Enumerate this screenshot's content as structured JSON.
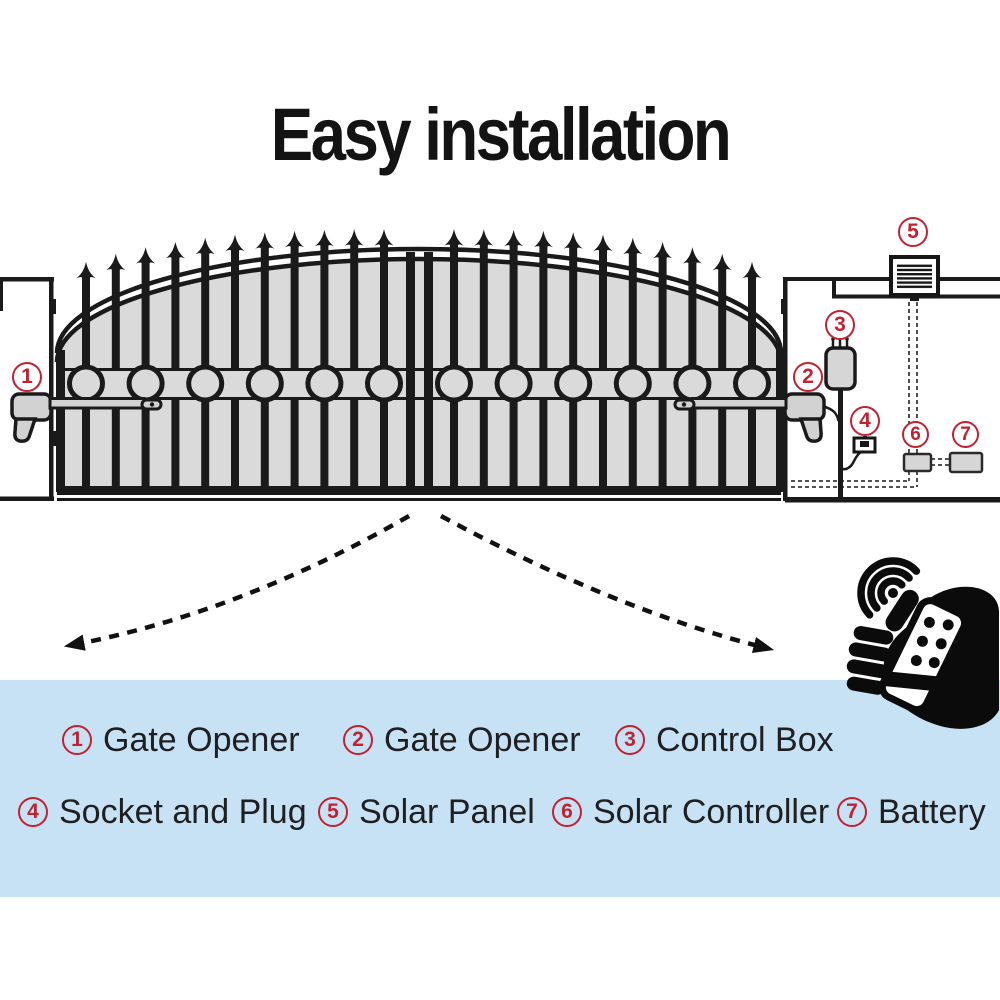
{
  "title": "Easy installation",
  "callouts": [
    {
      "num": "1",
      "label": "Gate Opener"
    },
    {
      "num": "2",
      "label": "Gate Opener"
    },
    {
      "num": "3",
      "label": "Control Box"
    },
    {
      "num": "4",
      "label": "Socket and Plug"
    },
    {
      "num": "5",
      "label": "Solar Panel"
    },
    {
      "num": "6",
      "label": "Solar Controller"
    },
    {
      "num": "7",
      "label": "Battery"
    }
  ],
  "colors": {
    "accent_red": "#c32030",
    "legend_background": "#c7e2f4",
    "gate_gray": "#dadada",
    "line_black": "#1a1a1a"
  }
}
